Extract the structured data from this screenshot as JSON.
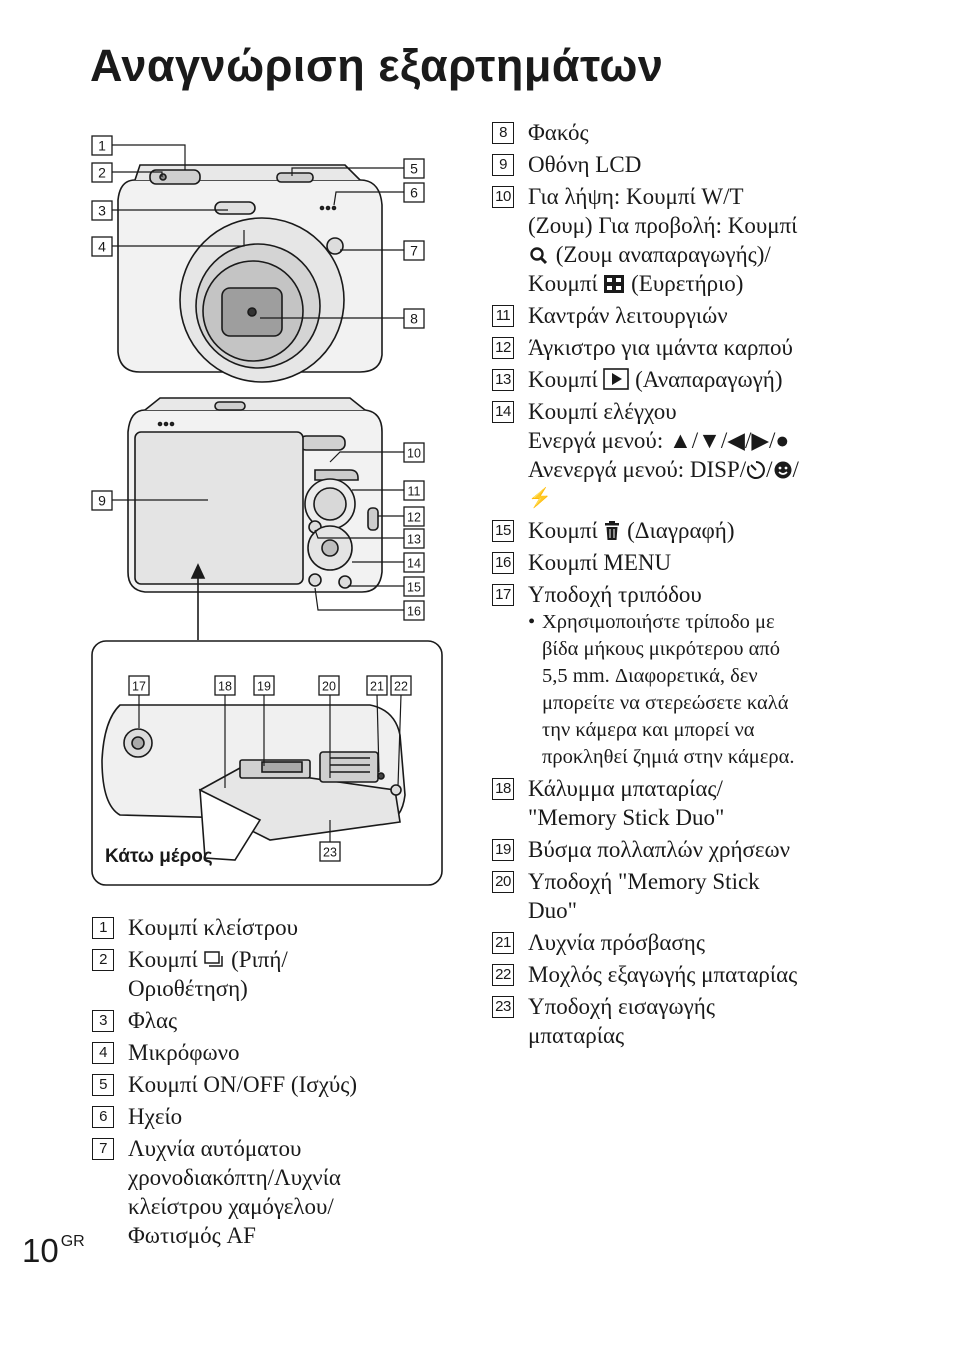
{
  "title": "Αναγνώριση εξαρτημάτων",
  "figure": {
    "callouts": [
      "1",
      "2",
      "3",
      "4",
      "5",
      "6",
      "7",
      "8",
      "9",
      "10",
      "11",
      "12",
      "13",
      "14",
      "15",
      "16",
      "17",
      "18",
      "19",
      "20",
      "21",
      "22",
      "23"
    ],
    "bottom_label": "Κάτω μέρος"
  },
  "left_items": [
    {
      "num": "1",
      "lines": [
        "Κουμπί κλείστρου"
      ]
    },
    {
      "num": "2",
      "lines": [
        "Κουμπί [burst] (Ριπή/",
        "Οριοθέτηση)"
      ]
    },
    {
      "num": "3",
      "lines": [
        "Φλας"
      ]
    },
    {
      "num": "4",
      "lines": [
        "Μικρόφωνο"
      ]
    },
    {
      "num": "5",
      "lines": [
        "Κουμπί ON/OFF (Ισχύς)"
      ]
    },
    {
      "num": "6",
      "lines": [
        "Ηχείο"
      ]
    },
    {
      "num": "7",
      "lines": [
        "Λυχνία αυτόματου",
        "χρονοδιακόπτη/Λυχνία",
        "κλείστρου χαμόγελου/",
        "Φωτισμός AF"
      ]
    }
  ],
  "right_items": [
    {
      "num": "8",
      "lines": [
        "Φακός"
      ]
    },
    {
      "num": "9",
      "lines": [
        "Οθόνη LCD"
      ]
    },
    {
      "num": "10",
      "lines": [
        "Για λήψη: Κουμπί W/T",
        "(Ζουμ) Για προβολή: Κουμπί",
        "(Ζουμ αναπαραγωγής)/",
        "Κουμπί (Ευρετήριο)"
      ]
    },
    {
      "num": "11",
      "lines": [
        "Καντράν λειτουργιών"
      ]
    },
    {
      "num": "12",
      "lines": [
        "Άγκιστρο για ιμάντα καρπού"
      ]
    },
    {
      "num": "13",
      "lines": [
        "Κουμπί (Αναπαραγωγή)"
      ]
    },
    {
      "num": "14",
      "lines": [
        "Κουμπί ελέγχου",
        "Ενεργά μενού: ▲/▼/◀/▶/●",
        "Ανενεργά μενού: DISP/ / /",
        "⚡"
      ]
    },
    {
      "num": "15",
      "lines": [
        "Κουμπί (Διαγραφή)"
      ]
    },
    {
      "num": "16",
      "lines": [
        "Κουμπί MENU"
      ]
    },
    {
      "num": "17",
      "lines": [
        "Υποδοχή τριπόδου"
      ]
    },
    {
      "num": "18",
      "lines": [
        "Κάλυμμα μπαταρίας/",
        "\"Memory Stick Duo\""
      ]
    },
    {
      "num": "19",
      "lines": [
        "Βύσμα πολλαπλών χρήσεων"
      ]
    },
    {
      "num": "20",
      "lines": [
        "Υποδοχή \"Memory Stick",
        "Duo\""
      ]
    },
    {
      "num": "21",
      "lines": [
        "Λυχνία πρόσβασης"
      ]
    },
    {
      "num": "22",
      "lines": [
        "Μοχλός εξαγωγής μπαταρίας"
      ]
    },
    {
      "num": "23",
      "lines": [
        "Υποδοχή εισαγωγής",
        "μπαταρίας"
      ]
    }
  ],
  "item17_note": [
    "Χρησιμοποιήστε τρίποδο με",
    "βίδα μήκους μικρότερου από",
    "5,5 mm. Διαφορετικά, δεν",
    "μπορείτε να στερεώσετε καλά",
    "την κάμερα και μπορεί να",
    "προκληθεί ζημιά στην κάμερα."
  ],
  "item14_glyphs": {
    "disp": "DISP/",
    "flash": "⚡"
  },
  "page_number": "10",
  "page_suffix": "GR",
  "colors": {
    "ink": "#1a1a1a",
    "body_fill": "#d9d9d9",
    "lens_fill": "#c8c8c8"
  },
  "icons": [
    "burst-icon",
    "zoom-magnifier-icon",
    "index-icon",
    "playback-icon",
    "self-timer-icon",
    "smile-icon",
    "flash-icon",
    "trash-icon"
  ]
}
